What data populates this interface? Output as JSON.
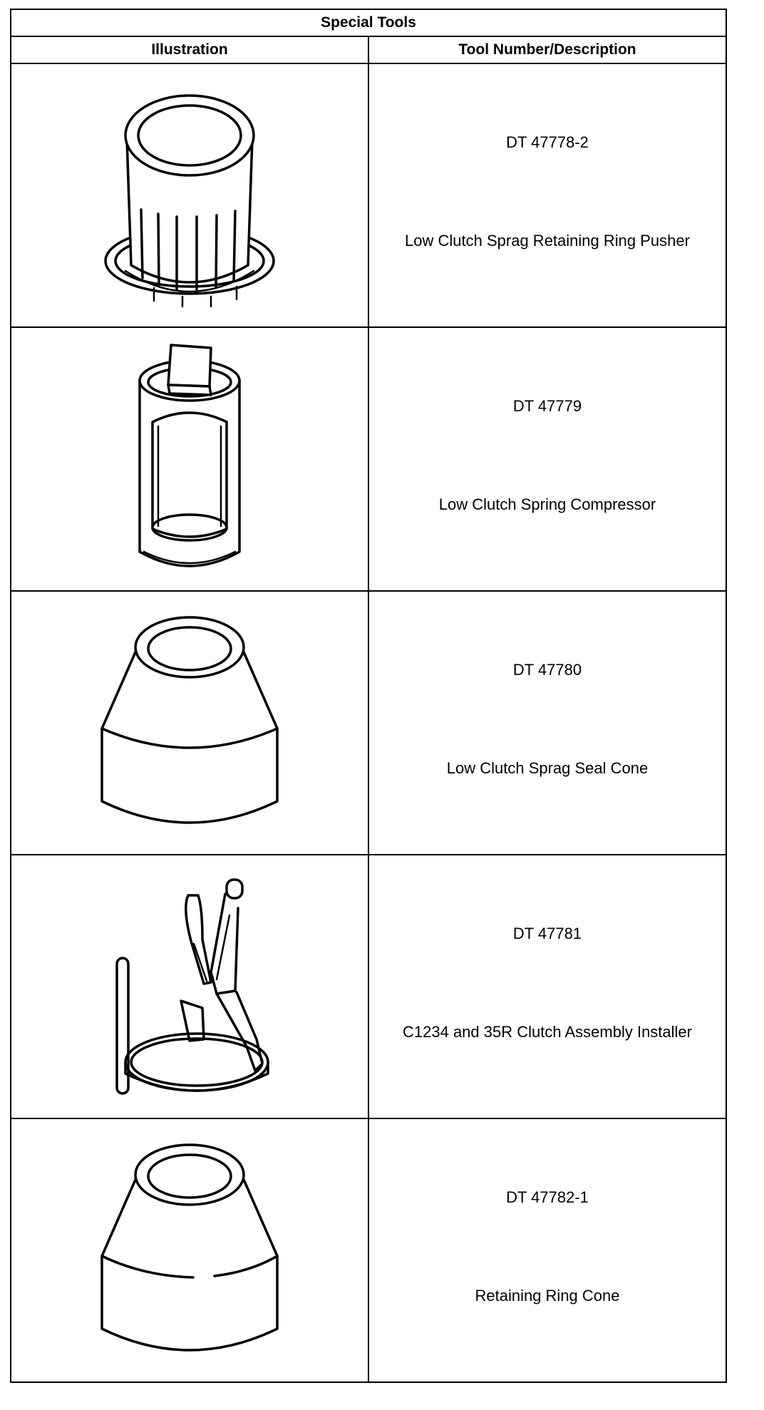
{
  "table": {
    "title": "Special Tools",
    "headers": {
      "illustration": "Illustration",
      "tool": "Tool Number/Description"
    },
    "rows": [
      {
        "number": "DT 47778-2",
        "description": "Low Clutch Sprag Retaining Ring Pusher",
        "icon": "retaining-ring-pusher-illustration"
      },
      {
        "number": "DT 47779",
        "description": "Low Clutch Spring Compressor",
        "icon": "spring-compressor-illustration"
      },
      {
        "number": "DT 47780",
        "description": "Low Clutch Sprag Seal Cone",
        "icon": "seal-cone-illustration"
      },
      {
        "number": "DT 47781",
        "description": "C1234 and 35R Clutch Assembly Installer",
        "icon": "clutch-installer-illustration"
      },
      {
        "number": "DT 47782-1",
        "description": "Retaining Ring Cone",
        "icon": "retaining-ring-cone-illustration"
      }
    ]
  }
}
